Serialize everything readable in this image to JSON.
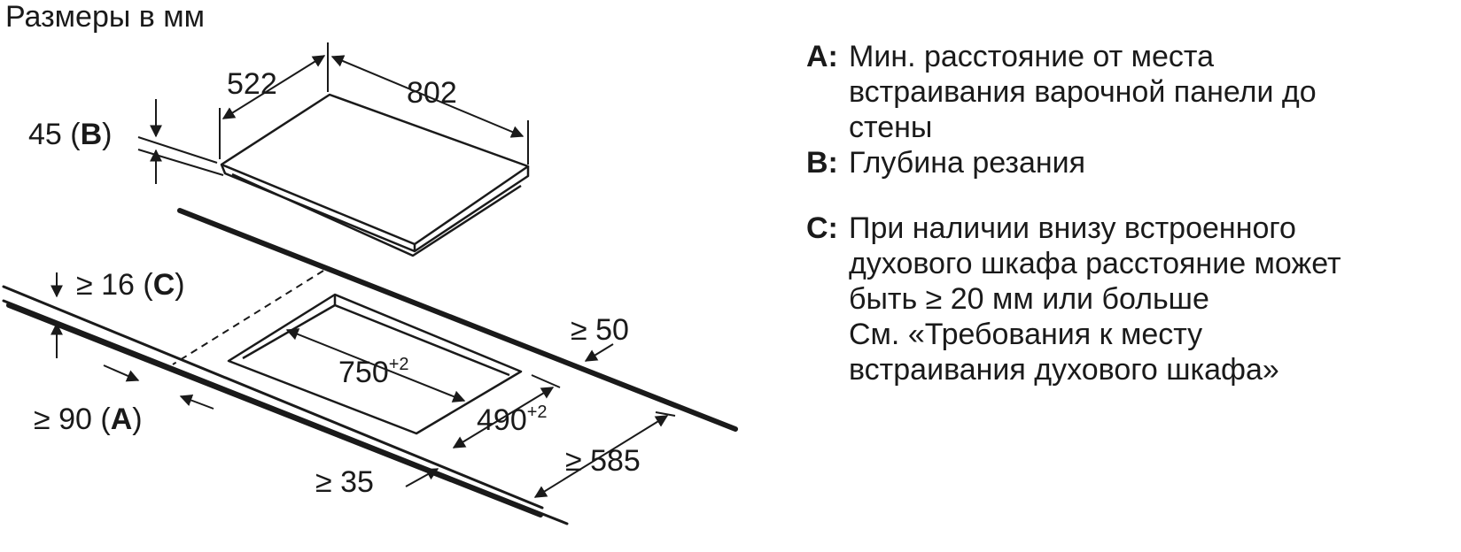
{
  "title": "Размеры в мм",
  "dimensions": {
    "width_top": "522",
    "depth_top": "802",
    "height": "45",
    "height_key": "B",
    "edge_front": "≥ 16",
    "edge_front_key": "C",
    "cutout_w": "750",
    "cutout_w_tol": "+2",
    "cutout_d": "490",
    "cutout_d_tol": "+2",
    "min_back": "≥ 50",
    "min_side": "≥ 90",
    "min_side_key": "A",
    "min_front": "≥ 35",
    "min_depth": "≥ 585"
  },
  "legend": [
    {
      "key": "A:",
      "lines": [
        "Мин. расстояние от места",
        "встраивания варочной панели до",
        "стены"
      ]
    },
    {
      "key": "B:",
      "lines": [
        "Глубина резания"
      ]
    },
    {
      "key": "C:",
      "lines": [
        "При наличии внизу встроенного",
        "духового шкафа расстояние может",
        "быть ≥ 20 мм или больше",
        "См. «Требования к месту",
        "встраивания духового шкафа»"
      ]
    }
  ],
  "colors": {
    "ink": "#1a1a1a",
    "background": "#ffffff"
  }
}
